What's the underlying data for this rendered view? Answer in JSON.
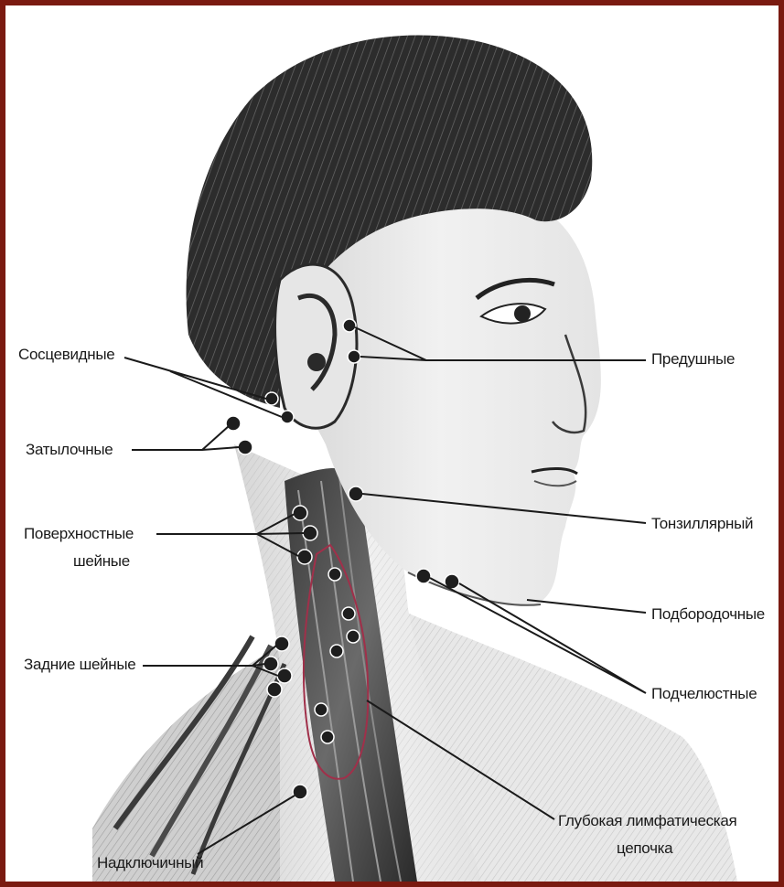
{
  "colors": {
    "frame": "#7a1a10",
    "background": "#ffffff",
    "node": "#1e1e1e",
    "leader_line": "#1a1a1a",
    "deep_chain_outline": "#a0304a"
  },
  "labels": {
    "soscevidnye": "Сосцевидные",
    "zatylochnye": "Затылочные",
    "poverkhnostnye_line1": "Поверхностные",
    "poverkhnostnye_line2": "шейные",
    "zadnie_sheinye": "Задние шейные",
    "nadklyuchichny": "Надключичный",
    "predushnye": "Предушные",
    "tonzillyarny": "Тонзиллярный",
    "podborodochnye": "Подбородочные",
    "podchelyustnye": "Подчелюстные",
    "glubokaya_line1": "Глубокая лимфатическая",
    "glubokaya_line2": "цепочка"
  }
}
